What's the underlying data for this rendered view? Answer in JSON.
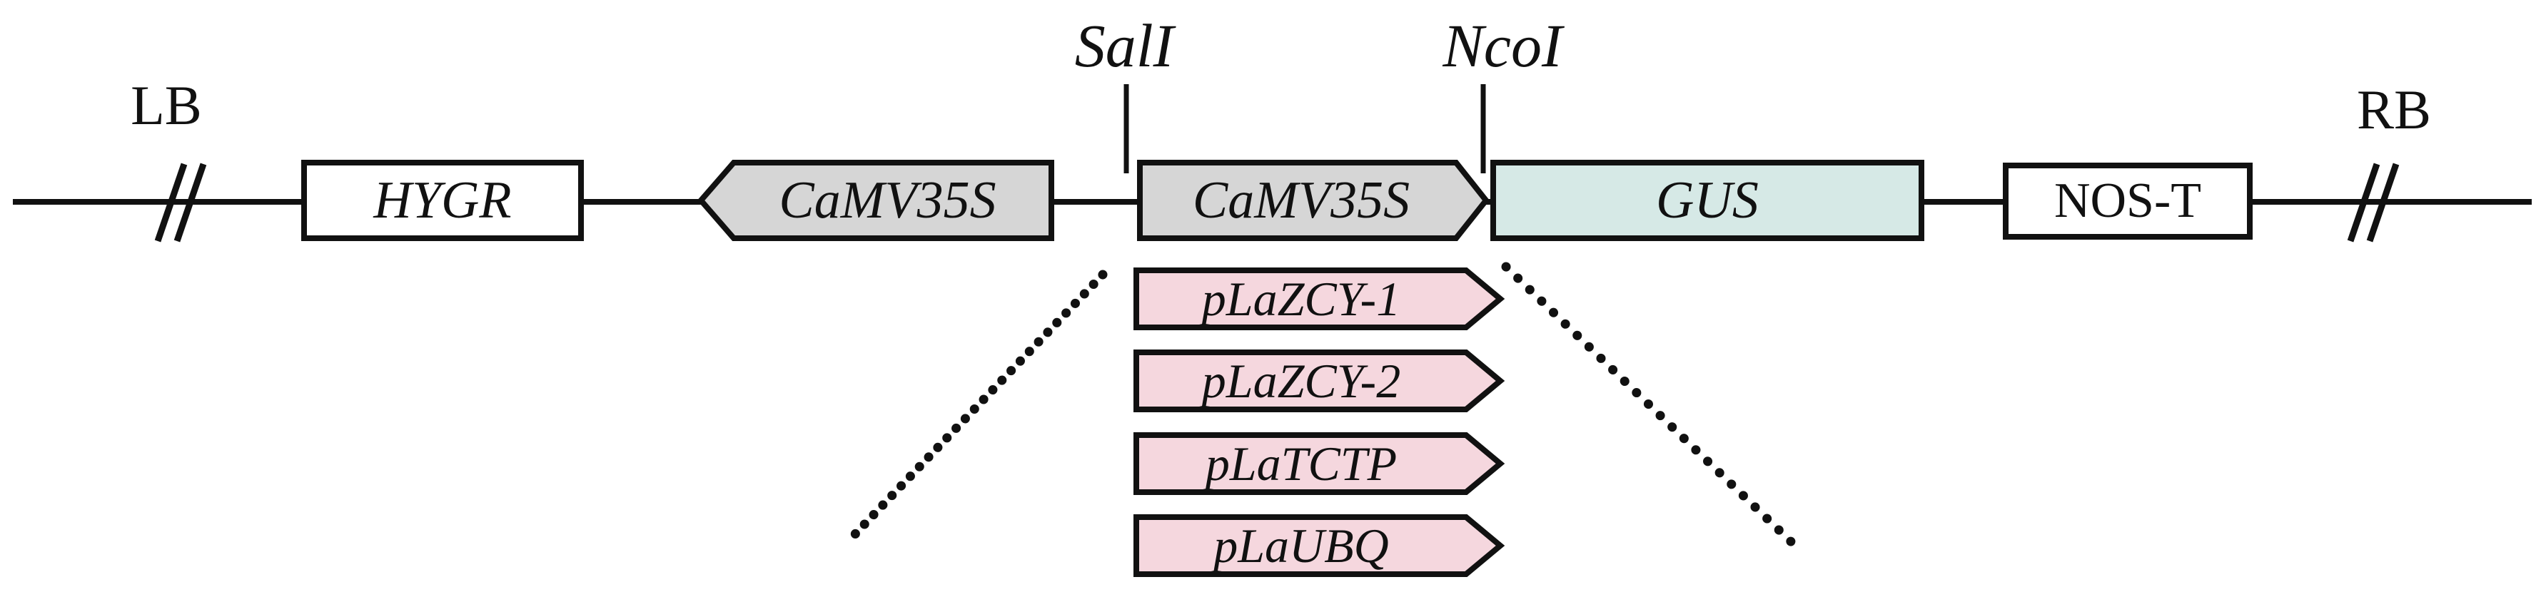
{
  "figure": {
    "kind": "binary-vector T-DNA construct map",
    "backbone": {
      "left_border": "LB",
      "right_border": "RB",
      "elements": [
        {
          "id": "hygr",
          "label": "HYGR",
          "shape": "box"
        },
        {
          "id": "camv35s_rev",
          "label": "CaMV35S",
          "shape": "arrow-left"
        },
        {
          "id": "camv35s_fwd",
          "label": "CaMV35S",
          "shape": "arrow-right"
        },
        {
          "id": "gus",
          "label": "GUS",
          "shape": "box"
        },
        {
          "id": "nos_t",
          "label": "NOS-T",
          "shape": "box"
        }
      ]
    },
    "restriction_sites": [
      {
        "label": "SalI"
      },
      {
        "label": "NcoI"
      }
    ],
    "promoter_inserts": [
      {
        "label": "pLaZCY-1"
      },
      {
        "label": "pLaZCY-2"
      },
      {
        "label": "pLaTCTP"
      },
      {
        "label": "pLaUBQ"
      }
    ],
    "colors": {
      "plain_box": "#ffffff",
      "promoter_box": "#d6d6d6",
      "reporter_box": "#d6e9e6",
      "insert_box": "#f5d7de",
      "line": "#111111"
    }
  }
}
